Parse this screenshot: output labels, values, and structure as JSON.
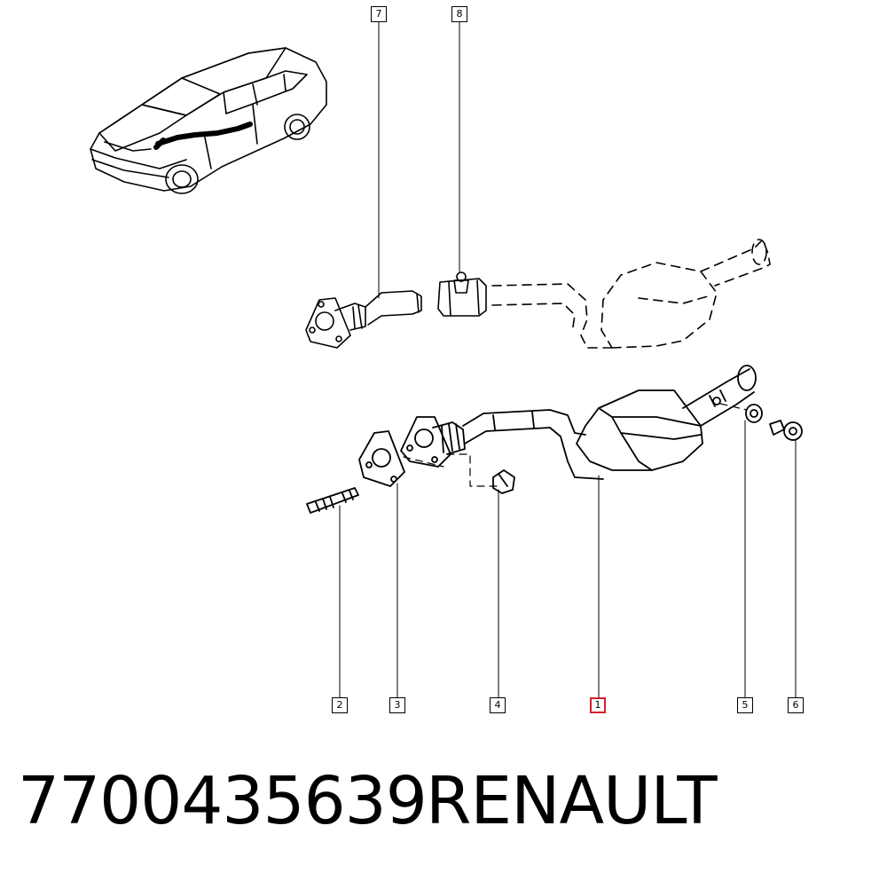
{
  "callouts": {
    "c1": "1",
    "c2": "2",
    "c3": "3",
    "c4": "4",
    "c5": "5",
    "c6": "6",
    "c7": "7",
    "c8": "8"
  },
  "highlight_color": "#d62028",
  "footer": {
    "part_number": "7700435639",
    "brand": "RENAULT"
  }
}
